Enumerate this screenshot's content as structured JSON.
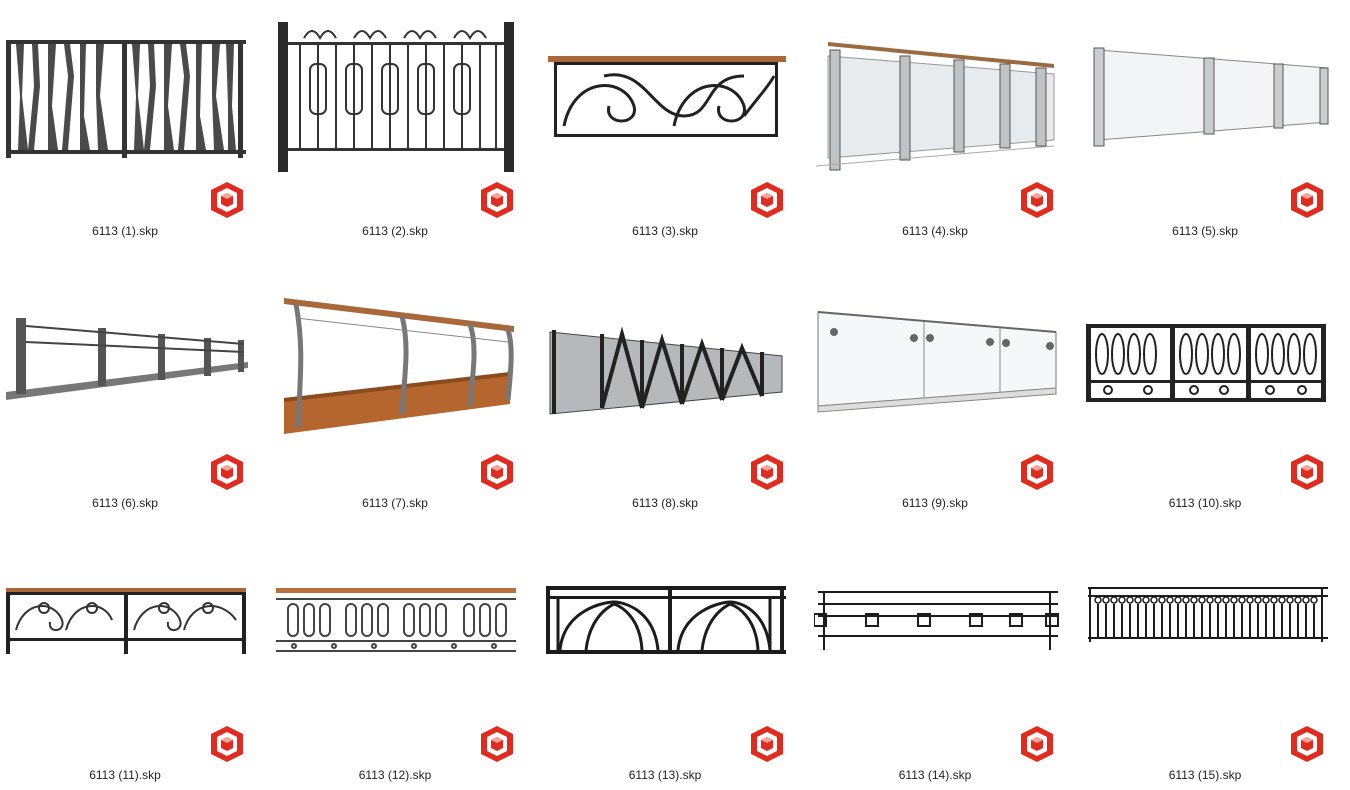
{
  "files": [
    {
      "name": "6113 (1).skp"
    },
    {
      "name": "6113 (2).skp"
    },
    {
      "name": "6113 (3).skp"
    },
    {
      "name": "6113 (4).skp"
    },
    {
      "name": "6113 (5).skp"
    },
    {
      "name": "6113 (6).skp"
    },
    {
      "name": "6113 (7).skp"
    },
    {
      "name": "6113 (8).skp"
    },
    {
      "name": "6113 (9).skp"
    },
    {
      "name": "6113 (10).skp"
    },
    {
      "name": "6113 (11).skp"
    },
    {
      "name": "6113 (12).skp"
    },
    {
      "name": "6113 (13).skp"
    },
    {
      "name": "6113 (14).skp"
    },
    {
      "name": "6113 (15).skp"
    }
  ],
  "icons": {
    "file_type": "sketchup-file-icon"
  },
  "colors": {
    "badge_red": "#e02b20",
    "ink": "#1c1c1c",
    "wood": "#b26a35",
    "glass": "#cfd3d6"
  }
}
